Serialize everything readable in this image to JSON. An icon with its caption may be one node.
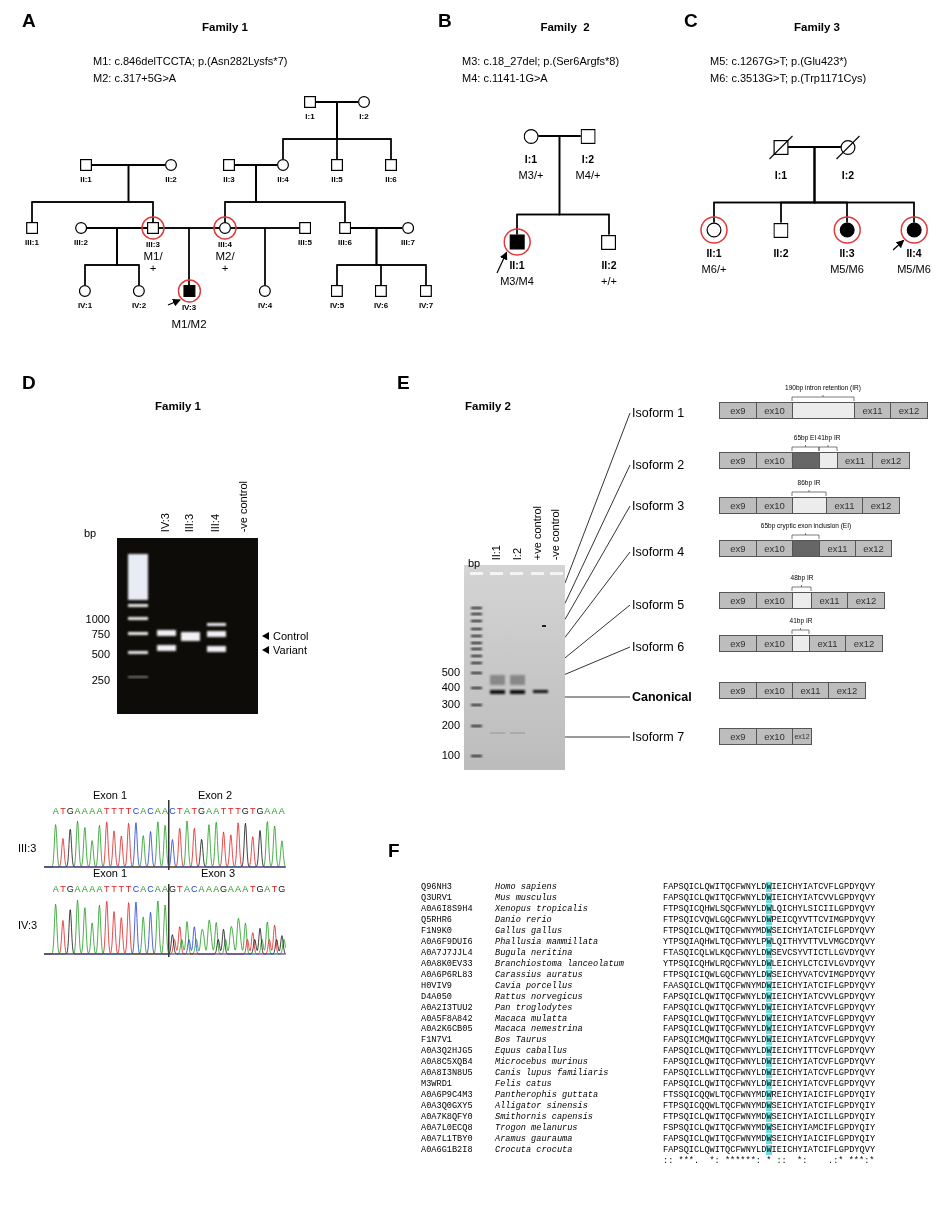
{
  "diagram": {
    "nodes": [
      {
        "text": [
          "I:1"
        ]
      },
      {
        "text": [
          "I:2"
        ]
      },
      {
        "text": [
          "II:1"
        ]
      },
      {
        "text": [
          "II:2"
        ]
      },
      {
        "text": [
          "II:3"
        ]
      },
      {
        "text": [
          "II:4"
        ]
      },
      {
        "text": [
          "II:5"
        ]
      },
      {
        "text": [
          "II:6"
        ]
      },
      {
        "text": [
          "III:1"
        ]
      },
      {
        "text": [
          "III:2"
        ]
      },
      {
        "text": [
          "III:3"
        ],
        "beside": [
          "M1/ +"
        ]
      },
      {
        "text": [
          "III:4"
        ],
        "beside": [
          "M2/ +"
        ]
      },
      {
        "text": [
          "III:5"
        ]
      },
      {
        "text": [
          "III:6"
        ]
      },
      {
        "text": [
          "III:7"
        ]
      },
      {
        "text": [
          "IV:1"
        ]
      },
      {
        "text": [
          "IV:2"
        ]
      },
      {
        "text": [
          "IV:3"
        ],
        "beside": [
          "M1/M2"
        ]
      },
      {
        "text": [
          "IV:4"
        ]
      },
      {
        "text": [
          "IV:5"
        ]
      },
      {
        "text": [
          "IV:6"
        ]
      },
      {
        "text": [
          "IV:7"
        ]
      },
      {
        "text": [
          "I:1"
        ],
        "beside": [
          "M3/+"
        ]
      },
      {
        "text": [
          "I:2"
        ],
        "beside": [
          "M4/+"
        ]
      },
      {
        "text": [
          "II:1"
        ],
        "beside": [
          "M3/M4"
        ]
      },
      {
        "text": [
          "II:2"
        ],
        "beside": [
          "+/+"
        ]
      },
      {
        "text": [
          "I:1"
        ]
      },
      {
        "text": [
          "I:2"
        ]
      },
      {
        "text": [
          "II:1"
        ],
        "beside": [
          "M6/+"
        ]
      },
      {
        "text": [
          "II:2"
        ]
      },
      {
        "text": [
          "II:3"
        ],
        "beside": [
          "M5/M6"
        ]
      },
      {
        "text": [
          "II:4"
        ],
        "beside": [
          "M5/M6"
        ]
      },
      {
        "text": [],
        "shape": "picture"
      },
      {
        "text": [
          "Isoform 1"
        ]
      },
      {
        "text": [
          "ex9"
        ]
      },
      {
        "text": [
          "ex10"
        ]
      },
      {
        "text": [],
        "shape": "box"
      },
      {
        "text": [
          "ex11"
        ]
      },
      {
        "text": [
          "ex12"
        ]
      },
      {
        "text": [
          "Isoform 2"
        ]
      },
      {
        "text": [
          "ex9"
        ]
      },
      {
        "text": [
          "ex10"
        ]
      },
      {
        "text": [],
        "shape": "box"
      },
      {
        "text": [],
        "shape": "box"
      },
      {
        "text": [
          "ex11"
        ]
      },
      {
        "text": [
          "ex12"
        ]
      },
      {
        "text": [
          "Isoform 3"
        ]
      },
      {
        "text": [
          "ex9"
        ]
      },
      {
        "text": [
          "ex10"
        ]
      },
      {
        "text": [],
        "shape": "box"
      },
      {
        "text": [
          "ex11"
        ]
      },
      {
        "text": [
          "ex12"
        ]
      },
      {
        "text": [
          "Isoform 4"
        ]
      },
      {
        "text": [
          "ex9"
        ]
      },
      {
        "text": [
          "ex10"
        ]
      },
      {
        "text": [],
        "shape": "box"
      },
      {
        "text": [
          "ex11"
        ]
      },
      {
        "text": [
          "ex12"
        ]
      },
      {
        "text": [
          "Isoform 5"
        ]
      },
      {
        "text": [
          "ex9"
        ]
      },
      {
        "text": [
          "ex10"
        ]
      },
      {
        "text": [],
        "shape": "box"
      },
      {
        "text": [
          "ex11"
        ]
      },
      {
        "text": [
          "ex12"
        ]
      },
      {
        "text": [
          "Isoform 6"
        ]
      },
      {
        "text": [
          "ex9"
        ]
      },
      {
        "text": [
          "ex10"
        ]
      },
      {
        "text": [],
        "shape": "box"
      },
      {
        "text": [
          "ex11"
        ]
      },
      {
        "text": [
          "ex12"
        ]
      },
      {
        "text": [
          "Canonical"
        ]
      },
      {
        "text": [
          "ex9"
        ]
      },
      {
        "text": [
          "ex10"
        ]
      },
      {
        "text": [
          "ex11"
        ]
      },
      {
        "text": [
          "ex12"
        ]
      },
      {
        "text": [
          "Isoform 7"
        ]
      },
      {
        "text": [
          "ex9"
        ]
      },
      {
        "text": [
          "ex10"
        ]
      },
      {
        "text": [
          "ex12"
        ]
      }
    ],
    "edges": [
      {
        "from": 0,
        "to": 1,
        "arrow": "none"
      },
      {
        "from": 2,
        "to": 3,
        "arrow": "none"
      },
      {
        "from": 4,
        "to": 5,
        "arrow": "none"
      },
      {
        "from": 9,
        "to": 10,
        "arrow": "none"
      },
      {
        "from": 10,
        "to": 11,
        "arrow": "none"
      },
      {
        "from": 11,
        "to": 12,
        "arrow": "none"
      },
      {
        "from": 13,
        "to": 14,
        "arrow": "none"
      },
      {
        "from": 0,
        "to": 5,
        "arrow": "none"
      },
      {
        "from": 1,
        "to": 5,
        "arrow": "none"
      },
      {
        "from": 0,
        "to": 6,
        "arrow": "none"
      },
      {
        "from": 1,
        "to": 6,
        "arrow": "none"
      },
      {
        "from": 0,
        "to": 7,
        "arrow": "none"
      },
      {
        "from": 1,
        "to": 7,
        "arrow": "none"
      },
      {
        "from": 2,
        "to": 8,
        "arrow": "none"
      },
      {
        "from": 3,
        "to": 8,
        "arrow": "none"
      },
      {
        "from": 2,
        "to": 10,
        "arrow": "none"
      },
      {
        "from": 3,
        "to": 10,
        "arrow": "none"
      },
      {
        "from": 4,
        "to": 11,
        "arrow": "none"
      },
      {
        "from": 5,
        "to": 11,
        "arrow": "none"
      },
      {
        "from": 4,
        "to": 13,
        "arrow": "none"
      },
      {
        "from": 5,
        "to": 13,
        "arrow": "none"
      },
      {
        "from": 9,
        "to": 15,
        "arrow": "none"
      },
      {
        "from": 10,
        "to": 15,
        "arrow": "none"
      },
      {
        "from": 9,
        "to": 16,
        "arrow": "none"
      },
      {
        "from": 10,
        "to": 16,
        "arrow": "none"
      },
      {
        "from": 10,
        "to": 17,
        "arrow": "none"
      },
      {
        "from": 11,
        "to": 17,
        "arrow": "none"
      },
      {
        "from": 11,
        "to": 18,
        "arrow": "none"
      },
      {
        "from": 12,
        "to": 18,
        "arrow": "none"
      },
      {
        "from": 13,
        "to": 19,
        "arrow": "none"
      },
      {
        "from": 14,
        "to": 19,
        "arrow": "none"
      },
      {
        "from": 13,
        "to": 20,
        "arrow": "none"
      },
      {
        "from": 14,
        "to": 20,
        "arrow": "none"
      },
      {
        "from": 13,
        "to": 21,
        "arrow": "none"
      },
      {
        "from": 14,
        "to": 21,
        "arrow": "none"
      },
      {
        "from": null,
        "to": 17,
        "arrow": "to"
      },
      {
        "from": 22,
        "to": 23,
        "arrow": "none"
      },
      {
        "from": 22,
        "to": 24,
        "arrow": "none"
      },
      {
        "from": 23,
        "to": 24,
        "arrow": "none"
      },
      {
        "from": 22,
        "to": 25,
        "arrow": "none"
      },
      {
        "from": 23,
        "to": 25,
        "arrow": "none"
      },
      {
        "from": null,
        "to": 24,
        "arrow": "to"
      },
      {
        "from": 26,
        "to": 27,
        "arrow": "none"
      },
      {
        "from": 26,
        "to": 28,
        "arrow": "none"
      },
      {
        "from": 27,
        "to": 28,
        "arrow": "none"
      },
      {
        "from": 26,
        "to": 29,
        "arrow": "none"
      },
      {
        "from": 27,
        "to": 29,
        "arrow": "none"
      },
      {
        "from": 26,
        "to": 30,
        "arrow": "none"
      },
      {
        "from": 27,
        "to": 30,
        "arrow": "none"
      },
      {
        "from": 26,
        "to": 31,
        "arrow": "none"
      },
      {
        "from": 27,
        "to": 31,
        "arrow": "none"
      },
      {
        "from": null,
        "to": 31,
        "arrow": "to"
      },
      {
        "from": 33,
        "to": 32,
        "arrow": "none"
      },
      {
        "from": 39,
        "to": 32,
        "arrow": "none"
      },
      {
        "from": 46,
        "to": 32,
        "arrow": "none"
      },
      {
        "from": 52,
        "to": 32,
        "arrow": "none"
      },
      {
        "from": 58,
        "to": 32,
        "arrow": "none"
      },
      {
        "from": 64,
        "to": 32,
        "arrow": "none"
      },
      {
        "from": 70,
        "to": 32,
        "arrow": "none"
      },
      {
        "from": 75,
        "to": 32,
        "arrow": "none"
      }
    ],
    "labels": [
      "A",
      "Family 1",
      "M1: c.846delTCCTA; p.(Asn282Lysfs*7)",
      "M2: c.317+5G>A",
      "B",
      "Family  2",
      "M3: c.18_27del; p.(Ser6Argfs*8)",
      "M4: c.1141-1G>A",
      "C",
      "Family 3",
      "M5: c.1267G>T; p.(Glu423*)",
      "M6: c.3513G>T; p.(Trp1171Cys)",
      "D",
      "Family 1",
      "bp",
      "IV:3",
      "III:3",
      "III:4",
      "-ve control",
      "1000",
      "750",
      "500",
      "250",
      "Control",
      "Variant",
      "E",
      "Family 2",
      "bp",
      "II:1",
      "I:2",
      "+ve control",
      "-ve control",
      "500",
      "400",
      "300",
      "200",
      "100",
      "190bp intron retention (IR)",
      "65bp EI",
      "41bp IR",
      "86bp IR",
      "65bp cryptic exon inclusion (EI)",
      "48bp IR",
      "41bp IR",
      "Exon 1",
      "Exon 2",
      "ATGAAAATTTTCACAACTATGAATTTGTGAAA",
      "III:3",
      "Exon 1",
      "Exon 3",
      "ATGAAAATTTTCACAAGTACAAAGAAATGATG",
      "IV:3",
      "F",
      "Q96NH3",
      "Homo sapiens",
      "FAPSQICLQWITQCFWNYLDWIEICHYIATCVFLGPDYQVY",
      "Q3URV1",
      "Mus musculus",
      "FAPSQICLQWITQCFWNYLDWIEICHYIATCVVLGPDYQVY",
      "A0A6I8S9H4",
      "Xenopus tropicalis",
      "FTPSQICQHWLSQCFWNYLDWLQICHYLSICIILGPDYQVY",
      "Q5RHR6",
      "Danio rerio",
      "FTPSQICVQWLGQCFWNYLDWPEICQYVTTCVIMGPDYQVY",
      "F1N9K0",
      "Gallus gallus",
      "FTPSQICLQWITQCFWNYMDWSEICHYIATCIFLGPDYQVY",
      "A0A6F9DUI6",
      "Phallusia mammillata",
      "YTPSQIAQHWLTQCFWNYLPWLQITHYVTTVLVMGCDYQVY",
      "A0A7J7JJL4",
      "Bugula neritina",
      "FTASQICQLWLKQCFWNYLDWSEVCSYVTICTLLGVDYQVY",
      "A0A8K0EV33",
      "Branchiostoma lanceolatum",
      "YTPSQICQHWLRQCFWNYLDWLEICHYLCTCIVLGVDYQVY",
      "A0A6P6RL83",
      "Carassius auratus",
      "FTPSQICIQWLGQCFWNYLDWSEICHYVATCVIMGPDYQVY",
      "H0VIV9",
      "Cavia porcellus",
      "FAASQICLQWITQCFWNYMDWIEICHYIATCIFLGPDYQVY",
      "D4A050",
      "Rattus norvegicus",
      "FAPSQICLQWITQCFWNYLDWIEICHYIATCVVLGPDYQVY",
      "A0A2I3TUU2",
      "Pan troglodytes",
      "FAPSQICLQWITQCFWNYLDWIEICHYIATCVFLGPDYQVY",
      "A0A5F8A842",
      "Macaca mulatta",
      "FAPSQICLQWITQCFWNYLDWIEICHYIATCVFLGPDYQVY",
      "A0A2K6CB05",
      "Macaca nemestrina",
      "FAPSQICLQWITQCFWNYLDWIEICHYIATCVFLGPDYQVY",
      "F1N7V1",
      "Bos Taurus",
      "FAPSQICMQWITQCFWNYLDWIEICHYIATCVFLGPDYQVY",
      "A0A3Q2HJG5",
      "Equus caballus",
      "FAPSQICLQWITQCFWNYLDWIEICHYITTCVFLGPDYQVY",
      "A0A8C5XQB4",
      "Microcebus murinus",
      "FAPSQICLQWITQCFWNYLDWIEICHYIATCVFLGPDYQVY",
      "A0A8I3N8U5",
      "Canis lupus familiaris",
      "FAPSQICLLWITQCFWNYLDWIEICHYIATCVFLGPDYQVY",
      "M3WRD1",
      "Felis catus",
      "FAPSQICLQWITQCFWNYLDWIEICHYIATCVFLGPDYQVY",
      "A0A6P9C4M3",
      "Pantherophis guttata",
      "FTSSQICQQWLTQCFWNYMDWREICHYIAICIFLGPDYQIY",
      "A0A3Q0GXY5",
      "Alligator sinensis",
      "FTPSQICQQWLTQCFWNYMDWSEICHYIATCIFLGPDYQIY",
      "A0A7K8QFY0",
      "Smithornis capensis",
      "FTPSQICLQWITQCFWNYMDWSEICHYIAICILLGPDYQIY",
      "A0A7L0ECQ8",
      "Trogon melanurus",
      "FSPSQICLQWITQCFWNYMDWSEICHYIAMCIFLGPDYQIY",
      "A0A7L1TBY0",
      "Aramus gaurauma",
      "FAPSQICLQWITQCFWNYMDWSEICHYIAICIFLGPDYQIY",
      "A0A6G1B2I8",
      "Crocuta crocuta",
      "FAPSQICLQWITQCFWNYLDWIEICHYIATCIFLGPDYQVY",
      ":: ***.  *: ******: * ::  *:    .:* ***:*"
    ]
  }
}
